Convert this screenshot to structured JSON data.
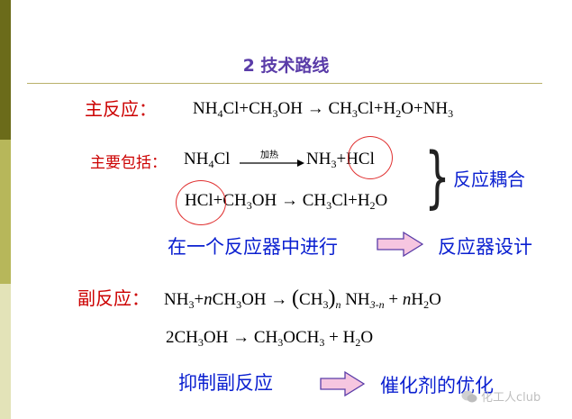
{
  "title": "2 技术路线",
  "main_reaction": {
    "label": "主反应：",
    "eq_lhs": [
      "NH",
      "4",
      "Cl+CH",
      "3",
      "OH"
    ],
    "arrow": "→",
    "eq_rhs": [
      "CH",
      "3",
      "Cl+H",
      "2",
      "O+NH",
      "3"
    ]
  },
  "includes": {
    "label": "主要包括：",
    "step1_lhs": [
      "NH",
      "4",
      "Cl"
    ],
    "step1_condition": "加热",
    "step1_rhs": [
      "NH",
      "3",
      "+HCl"
    ],
    "step2_lhs": "HCl+CH",
    "step2_lhs_sub": "3",
    "step2_lhs_tail": "OH",
    "arrow": "→",
    "step2_rhs": [
      "CH",
      "3",
      "Cl+H",
      "2",
      "O"
    ],
    "coupling_label": "反应耦合"
  },
  "design": {
    "left": "在一个反应器中进行",
    "right": "反应器设计"
  },
  "side_reaction": {
    "label": "副反应：",
    "eq1": [
      "NH",
      "3",
      "+",
      "n",
      "CH",
      "3",
      "OH",
      "→",
      "(",
      "CH",
      "3",
      ")",
      "n",
      "NH",
      "3-n",
      "+",
      "n",
      "H",
      "2",
      "O"
    ],
    "eq2": [
      "2CH",
      "3",
      "OH",
      "→",
      "CH",
      "3",
      "OCH",
      "3",
      "+",
      "H",
      "2",
      "O"
    ]
  },
  "suppress": {
    "left": "抑制副反应",
    "right": "催化剂的优化"
  },
  "watermark": "化工人club",
  "colors": {
    "title": "#5a3ca8",
    "label": "#cc0000",
    "emphasis": "#0a1fd0",
    "arrow_fill": "#f6c6e0",
    "arrow_stroke": "#5a3ca8",
    "circle": "#e03030"
  }
}
